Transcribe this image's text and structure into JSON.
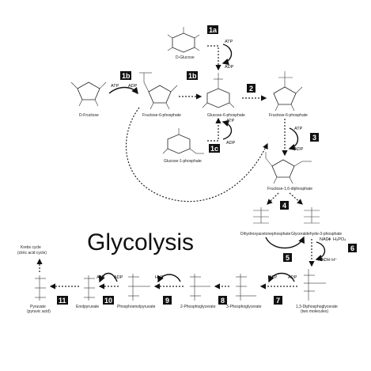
{
  "title": "Glycolysis",
  "molecules": {
    "d_glucose": "D-Glucose",
    "d_fructose": "D-Fructose",
    "fructose_6_phosphate_left": "Fructose-6-phosphate",
    "glucose_6_phosphate": "Glucose-6-phosphate",
    "fructose_6_phosphate_right": "Fructose-6-phosphate",
    "glucose_1_phosphate": "Glucose-1-phosphate",
    "fructose_1_6_diphosphate": "Fructose-1,6-diphosphate",
    "dihydroxyacetonephosphate": "Dihydroxyacetonephosphate",
    "glyceraldehyde_3_phosphate": "Glyceraldehyde-3-phosphate",
    "diphosphoglycerate": "1,3-Diphosphoglycerate",
    "diphosphoglycerate_note": "(two molecules)",
    "phosphoglycerate_3": "3-Phosphoglycerate",
    "phosphoglycerate_2": "2-Phosphoglycerate",
    "phosphoenolpyruvate": "Phosphoenolpyruvate",
    "enolpyruvate": "Enolpyruvate",
    "pyruvate": "Pyruvate",
    "pyruvic_acid": "(pyruvic acid)",
    "krebs_line1": "Krebs cycle",
    "krebs_line2": "(citric acid cycle)"
  },
  "steps": [
    "1a",
    "1b",
    "1b",
    "1c",
    "2",
    "3",
    "4",
    "5",
    "6",
    "7",
    "8",
    "9",
    "10",
    "11"
  ],
  "cofactors": {
    "atp": "ATP",
    "adp": "ADP",
    "h2o": "H₂O",
    "nad": "NAD⁺",
    "nadh": "NADH H⁺",
    "phosphate": "H₃PO₄",
    "plus": "+"
  }
}
